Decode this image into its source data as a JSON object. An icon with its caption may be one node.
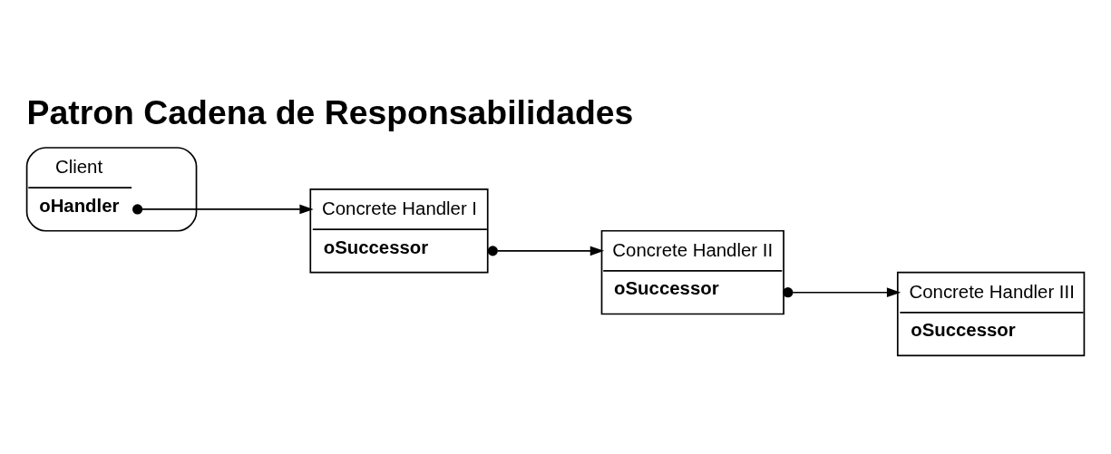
{
  "diagram": {
    "title": "Patron Cadena de Responsabilidades",
    "nodes": [
      {
        "text": [
          "Client",
          "oHandler"
        ]
      },
      {
        "text": [
          "Concrete Handler I",
          "oSuccessor"
        ]
      },
      {
        "text": [
          "Concrete Handler II",
          "oSuccessor"
        ]
      },
      {
        "text": [
          "Concrete Handler III",
          "oSuccessor"
        ]
      }
    ],
    "edges": [
      {
        "from": 0,
        "to": 1,
        "arrow": "to"
      },
      {
        "from": 1,
        "to": 2,
        "arrow": "to"
      },
      {
        "from": 2,
        "to": 3,
        "arrow": "to"
      }
    ]
  }
}
